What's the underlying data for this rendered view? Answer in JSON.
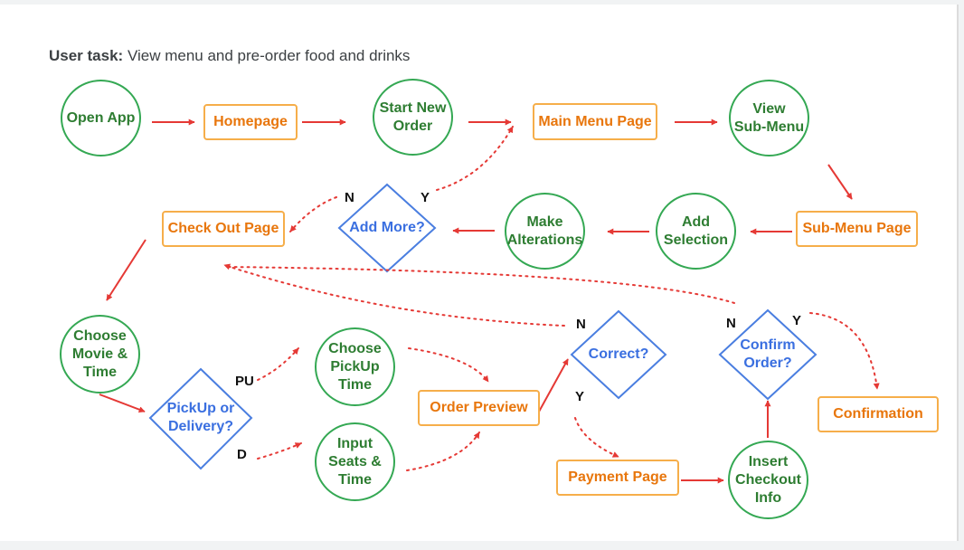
{
  "title": {
    "label": "User task:",
    "text": " View menu and pre-order food and drinks"
  },
  "nodes": {
    "open_app": "Open App",
    "homepage": "Homepage",
    "start_new_order": "Start New\nOrder",
    "main_menu_page": "Main Menu Page",
    "view_sub_menu": "View\nSub-Menu",
    "sub_menu_page": "Sub-Menu Page",
    "add_selection": "Add\nSelection",
    "make_alterations": "Make\nAlterations",
    "add_more": "Add More?",
    "check_out_page": "Check Out Page",
    "choose_movie_time": "Choose\nMovie &\nTime",
    "pickup_or_delivery": "PickUp or\nDelivery?",
    "choose_pickup_time": "Choose\nPickUp\nTime",
    "input_seats_time": "Input\nSeats &\nTime",
    "order_preview": "Order Preview",
    "correct": "Correct?",
    "payment_page": "Payment Page",
    "insert_checkout_info": "Insert\nCheckout\nInfo",
    "confirm_order": "Confirm\nOrder?",
    "confirmation": "Confirmation"
  },
  "labels": {
    "add_more_n": "N",
    "add_more_y": "Y",
    "pickup": "PU",
    "delivery": "D",
    "correct_n": "N",
    "correct_y": "Y",
    "confirm_n": "N",
    "confirm_y": "Y"
  },
  "colors": {
    "circle_border": "#34a853",
    "circle_text": "#2e7d32",
    "rect_border": "#f6ae4a",
    "rect_text": "#e8760c",
    "diamond_border": "#4a7ee0",
    "diamond_text": "#3a6fe0",
    "arrow": "#e53935"
  }
}
